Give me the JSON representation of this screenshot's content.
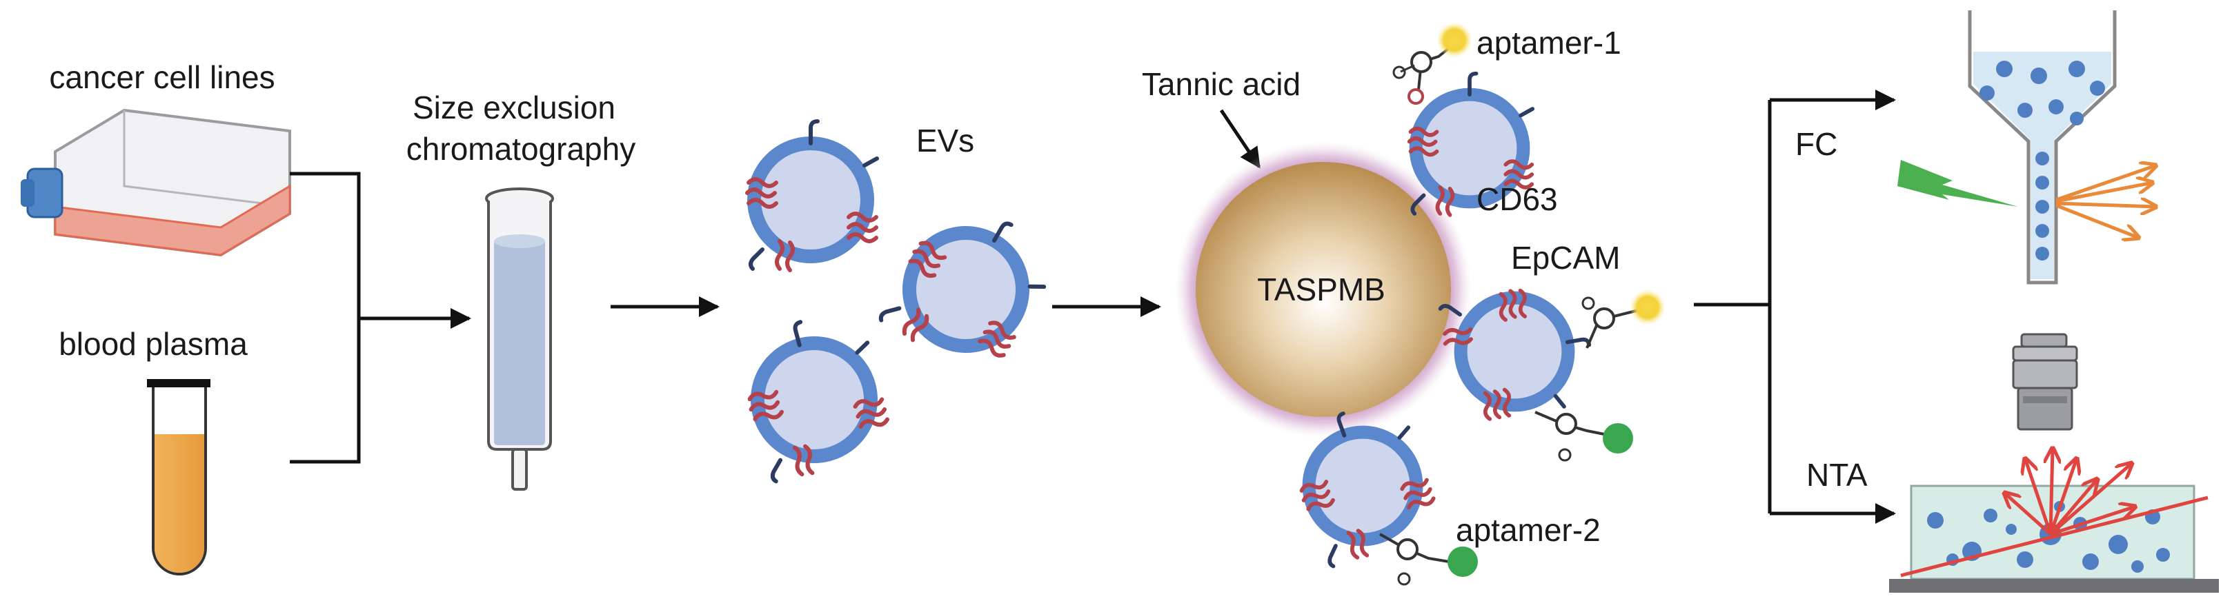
{
  "labels": {
    "cancer_cell_lines": "cancer cell lines",
    "blood_plasma": "blood plasma",
    "sec_line1": "Size exclusion",
    "sec_line2": "chromatography",
    "evs": "EVs",
    "tannic_acid": "Tannic acid",
    "taspmb": "TASPMB",
    "aptamer1": "aptamer-1",
    "cd63": "CD63",
    "epcam": "EpCAM",
    "aptamer2": "aptamer-2",
    "fc": "FC",
    "nta": "NTA"
  },
  "icons": [
    "culture-flask-icon",
    "blood-tube-icon",
    "sec-column-icon",
    "extracellular-vesicle-icon",
    "nanoparticle-icon",
    "flow-cell-icon",
    "laser-icon",
    "microscope-objective-icon",
    "sample-chamber-icon"
  ],
  "colors": {
    "ev_membrane": "#5b87cc",
    "ev_lumen": "#cdd6ec",
    "protein": "#b5414a",
    "tag": "#2b3b62",
    "fluor_yellow": "#f4d23a",
    "fluor_green": "#3aa650",
    "particle_core": "#c49a5a",
    "particle_halo": "#a45a9a",
    "plasma": "#ecaa4d",
    "flask_medium": "#eca394",
    "flask_cap": "#4f86c6",
    "laser": "#4cb050",
    "scatter_fc": "#e88a3a",
    "scatter_nta": "#e0443f",
    "arrow": "#111111"
  }
}
